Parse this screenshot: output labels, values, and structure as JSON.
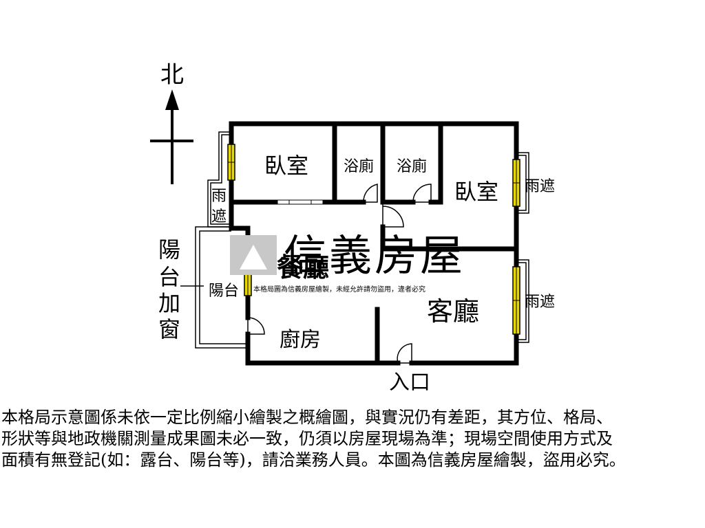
{
  "compass": {
    "label": "北"
  },
  "rooms": {
    "bedroom_left": "臥室",
    "bath_left": "浴廁",
    "bath_right": "浴廁",
    "bedroom_right": "臥室",
    "dining": "餐廳",
    "living": "客廳",
    "kitchen": "廚房",
    "balcony": "陽台",
    "entrance": "入口"
  },
  "canopy": {
    "left_top": "雨",
    "left_bottom": "遮",
    "right_upper": "雨遮",
    "right_lower": "雨遮"
  },
  "balcony_enclosure": [
    "陽",
    "台",
    "加",
    "窗"
  ],
  "watermark": {
    "brand": "信義房屋",
    "notice": "本格局圖為信義房屋繪製，未經允許請勿盜用，違者必究"
  },
  "disclaimer": "本格局示意圖係未依一定比例縮小繪製之概繪圖，與實況仍有差距，其方位、格局、\n形狀等與地政機關測量成果圖未必一致，仍須以房屋現場為準；現場空間使用方式及\n面積有無登記(如：露台、陽台等)，請洽業務人員。本圖為信義房屋繪製，盜用必究。",
  "colors": {
    "wall": "#000000",
    "window": "#e8d600",
    "watermark": "#c8c8c8"
  }
}
